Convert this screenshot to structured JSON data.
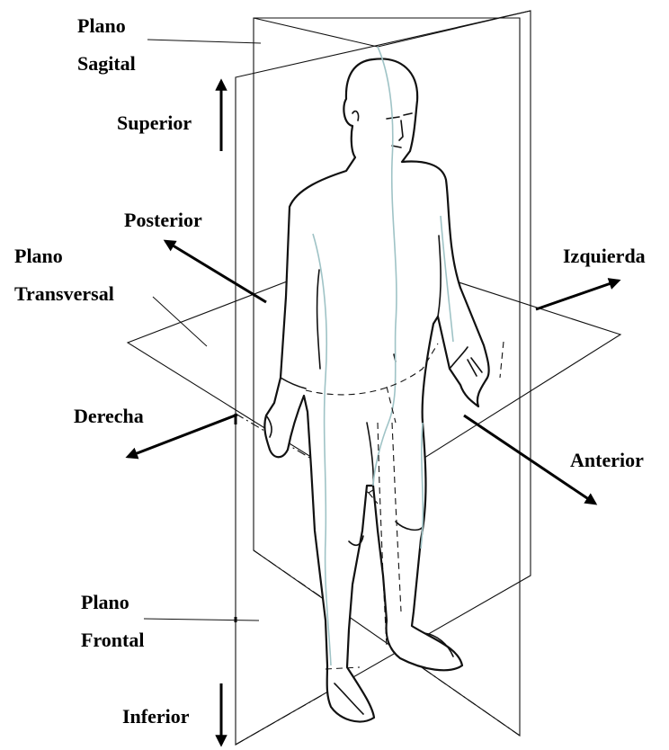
{
  "labels": {
    "sagittal_plane": [
      "Plano",
      "Sagital"
    ],
    "transverse_plane": [
      "Plano",
      "Transversal"
    ],
    "frontal_plane": [
      "Plano",
      "Frontal"
    ],
    "superior": "Superior",
    "inferior": "Inferior",
    "posterior": "Posterior",
    "anterior": "Anterior",
    "right": "Derecha",
    "left": "Izquierda"
  }
}
